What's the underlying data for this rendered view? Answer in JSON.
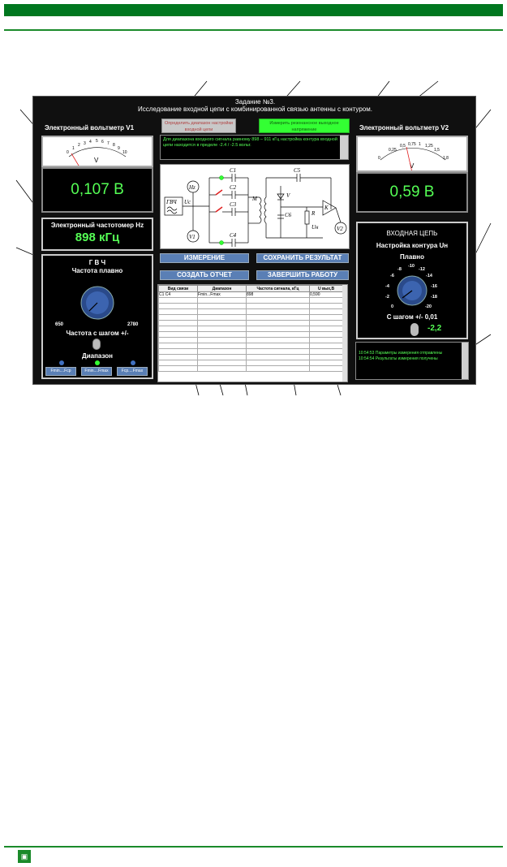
{
  "app": {
    "title_line1": "Задание №3.",
    "title_line2": "Исследование входной цепи с комбинированной связью антенны с контуром."
  },
  "voltmeter_v1": {
    "label": "Электронный вольтметр  V1",
    "scale": [
      "0",
      "1",
      "2",
      "3",
      "4",
      "5",
      "6",
      "7",
      "8",
      "9",
      "10"
    ],
    "unit": "V",
    "reading": "0,107  В"
  },
  "voltmeter_v2": {
    "label": "Электронный вольтметр  V2",
    "scale": [
      "0",
      "0,25",
      "0,5",
      "0,75",
      "1",
      "1,25",
      "1,5",
      "1,8"
    ],
    "unit": "V",
    "reading": "0,59   В"
  },
  "freq_meter": {
    "label": "Электронный частотомер Hz",
    "value": "898  кГц"
  },
  "generator": {
    "title": "Г В Ч",
    "subtitle": "Частота плавно",
    "min": "650",
    "max": "2780",
    "step_label": "Частота с шагом +/-",
    "range_label": "Диапазон",
    "ranges": [
      "Fmin....Fср",
      "Fmin....Fmax",
      "Fср....Fmax"
    ],
    "active_range": 1
  },
  "top_buttons": {
    "determine": "Определить диапазон настройки входной цепи",
    "measure_res": "Измерить резонансное выходное напряжение"
  },
  "message": "Для диапазона входного сигнала равному 898 – 911 кГц настройка контура входной цепи находится в пределе -2.4 / -2.5 вольт.",
  "circuit": {
    "gen": "ГВЧ",
    "uc": "Uc",
    "hz": "Hz",
    "v1": "V1",
    "c1": "C1",
    "c2": "C2",
    "c3": "C3",
    "c4": "C4",
    "c5": "C5",
    "c6": "C6",
    "m": "M",
    "v": "V",
    "r": "R",
    "un": "Uн",
    "k": "K",
    "v2": "V2"
  },
  "buttons": {
    "measure": "ИЗМЕРЕНИЕ",
    "save": "СОХРАНИТЬ РЕЗУЛЬТАТ",
    "report": "СОЗДАТЬ ОТЧЕТ",
    "finish": "ЗАВЕРШИТЬ РАБОТУ"
  },
  "table": {
    "headers": [
      "Вид связи",
      "Диапазон",
      "Частота сигнала, кГц",
      "U вых,В"
    ],
    "row1": [
      "C1  C4",
      "Fmin...Fmax",
      "898",
      "0,590"
    ]
  },
  "input_circuit": {
    "title": "ВХОДНАЯ ЦЕПЬ",
    "tuning": "Настройка контура  Uн",
    "smooth": "Плавно",
    "scale": [
      "-8",
      "-10",
      "-12",
      "-6",
      "-14",
      "-4",
      "-16",
      "-2",
      "-18",
      "0",
      "-20"
    ],
    "step_label": "С шагом +/- 0,01",
    "value": "-2,2"
  },
  "log": {
    "line1": "10:54:53 Параметры измерения отправлены",
    "line2": "10:54:54 Результаты измерения получены"
  }
}
